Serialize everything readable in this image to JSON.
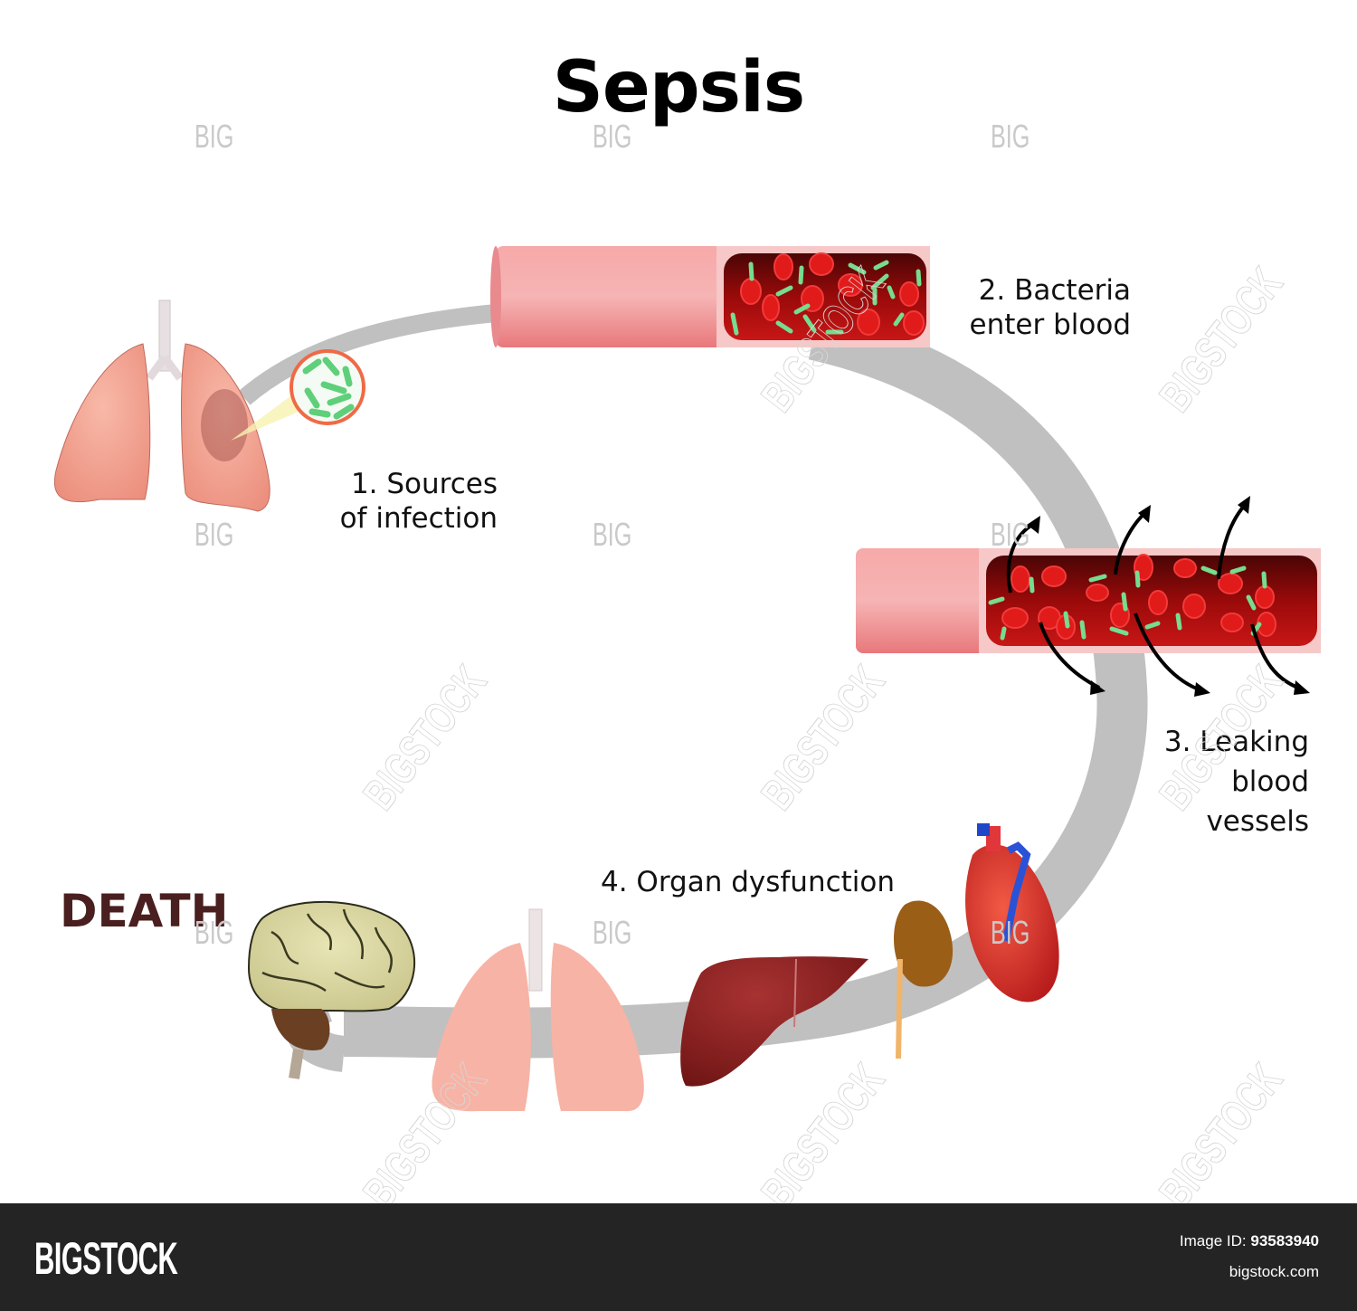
{
  "title": "Sepsis",
  "steps": [
    {
      "label_line1": "1. Sources",
      "label_line2": "of infection",
      "illustration": "lungs-with-bacteria-magnifier"
    },
    {
      "label_line1": "2. Bacteria",
      "label_line2": "enter blood",
      "illustration": "blood-vessel-with-bacteria"
    },
    {
      "label_line1": "3. Leaking",
      "label_line2": "blood",
      "label_line3": "vessels",
      "illustration": "leaking-blood-vessel"
    },
    {
      "label_line1": "4. Organ dysfunction",
      "illustration": "organs-heart-kidney-liver-lungs-brain"
    }
  ],
  "end_label": "DEATH",
  "organs": [
    "heart",
    "kidney",
    "liver",
    "lungs",
    "brain"
  ],
  "colors": {
    "path_gray": "#c0c0c0",
    "vessel_pink": "#f4a0a0",
    "blood_red": "#a80c0c",
    "bacteria_green": "#6fd58a",
    "death_brown": "#4a1f1f",
    "footer_bg": "#242424"
  },
  "watermarks": {
    "small": "BIG",
    "diagonal": "BIGSTOCK"
  },
  "footer": {
    "logo": "BIGSTOCK",
    "image_id_label": "Image ID:",
    "image_id": "93583940",
    "site": "bigstock.com"
  }
}
